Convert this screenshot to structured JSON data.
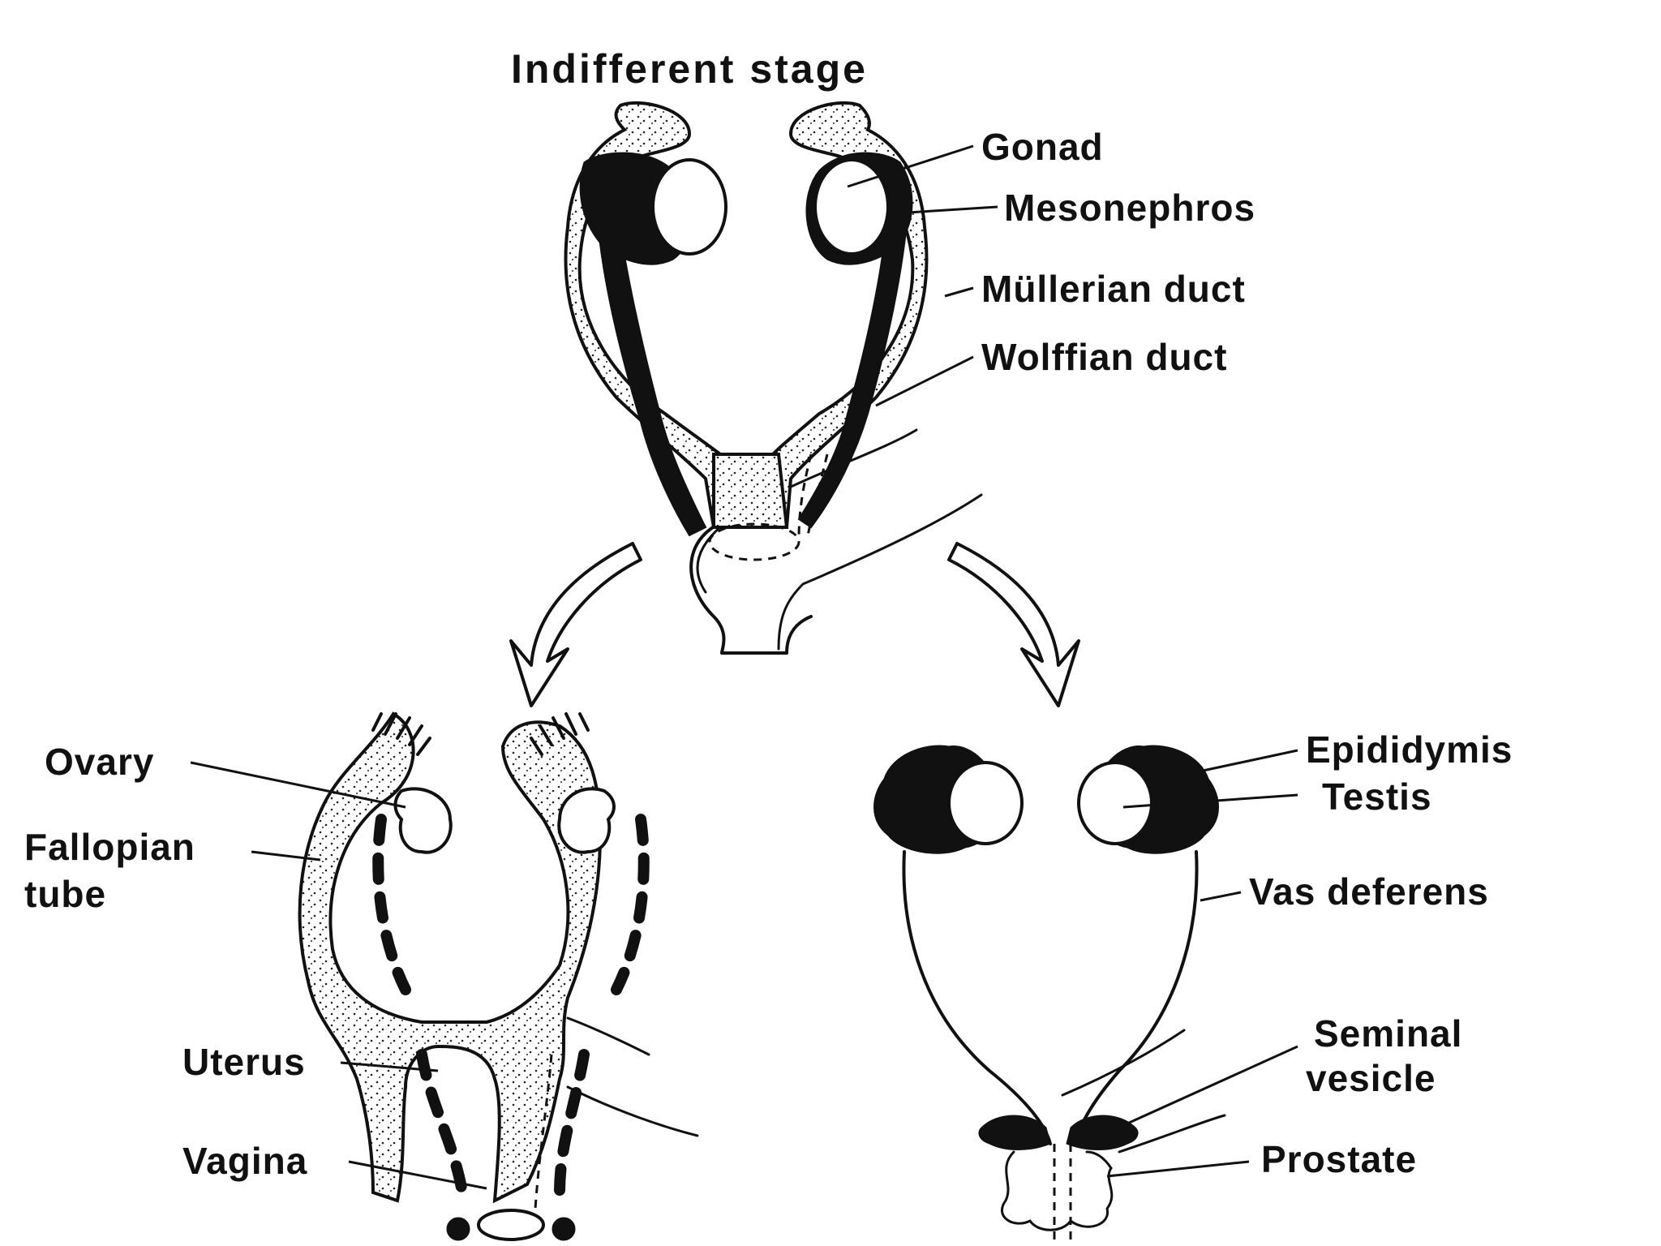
{
  "title": "Indifferent  stage",
  "indifferent_labels": {
    "gonad": "Gonad",
    "mesonephros": "Mesonephros",
    "mullerian_duct": "Müllerian duct",
    "wolffian_duct": "Wolffian duct"
  },
  "female_labels": {
    "ovary": "Ovary",
    "fallopian_line1": "Fallopian",
    "fallopian_line2": "tube",
    "uterus": "Uterus",
    "vagina": "Vagina"
  },
  "male_labels": {
    "epididymis": "Epididymis",
    "testis": "Testis",
    "vas_deferens": "Vas deferens",
    "seminal_line1": "Seminal",
    "seminal_line2": "vesicle",
    "prostate": "Prostate"
  }
}
